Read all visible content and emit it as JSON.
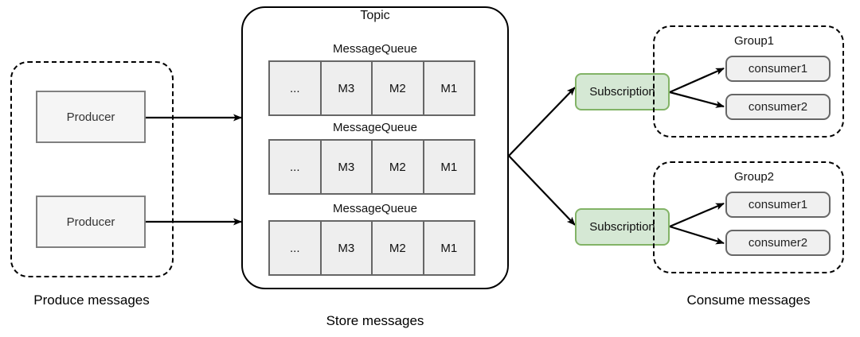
{
  "diagram": {
    "title": "Message queue pub/sub architecture",
    "colors": {
      "subscription_fill": "#d5e8d4",
      "subscription_stroke": "#82b366",
      "queue_cell_fill": "#eeeeee",
      "producer_fill": "#f5f5f5",
      "consumer_fill": "#f0f0f0",
      "line": "#000000"
    }
  },
  "produce": {
    "caption": "Produce messages",
    "producers": [
      {
        "label": "Producer"
      },
      {
        "label": "Producer"
      }
    ]
  },
  "store": {
    "caption": "Store messages",
    "topic_label": "Topic",
    "queues": [
      {
        "label": "MessageQueue",
        "cells": [
          "...",
          "M3",
          "M2",
          "M1"
        ]
      },
      {
        "label": "MessageQueue",
        "cells": [
          "...",
          "M3",
          "M2",
          "M1"
        ]
      },
      {
        "label": "MessageQueue",
        "cells": [
          "...",
          "M3",
          "M2",
          "M1"
        ]
      }
    ]
  },
  "consume": {
    "caption": "Consume messages",
    "subscriptions": [
      {
        "label": "Subscription"
      },
      {
        "label": "Subscription"
      }
    ],
    "groups": [
      {
        "label": "Group1",
        "consumers": [
          {
            "label": "consumer1"
          },
          {
            "label": "consumer2"
          }
        ]
      },
      {
        "label": "Group2",
        "consumers": [
          {
            "label": "consumer1"
          },
          {
            "label": "consumer2"
          }
        ]
      }
    ]
  }
}
